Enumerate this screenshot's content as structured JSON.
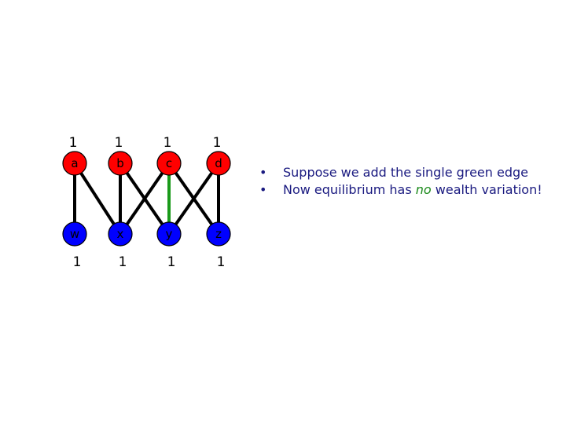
{
  "diagram": {
    "top_nodes": [
      {
        "id": "a",
        "label": "a",
        "weight": "1",
        "color": "#ff0000"
      },
      {
        "id": "b",
        "label": "b",
        "weight": "1",
        "color": "#ff0000"
      },
      {
        "id": "c",
        "label": "c",
        "weight": "1",
        "color": "#ff0000"
      },
      {
        "id": "d",
        "label": "d",
        "weight": "1",
        "color": "#ff0000"
      }
    ],
    "bottom_nodes": [
      {
        "id": "w",
        "label": "w",
        "weight": "1",
        "color": "#0000ff"
      },
      {
        "id": "x",
        "label": "x",
        "weight": "1",
        "color": "#0000ff"
      },
      {
        "id": "y",
        "label": "y",
        "weight": "1",
        "color": "#0000ff"
      },
      {
        "id": "z",
        "label": "z",
        "weight": "1",
        "color": "#0000ff"
      }
    ],
    "edges": [
      {
        "from": "a",
        "to": "w",
        "color": "#000000"
      },
      {
        "from": "a",
        "to": "x",
        "color": "#000000"
      },
      {
        "from": "b",
        "to": "x",
        "color": "#000000"
      },
      {
        "from": "b",
        "to": "y",
        "color": "#000000"
      },
      {
        "from": "c",
        "to": "x",
        "color": "#000000"
      },
      {
        "from": "c",
        "to": "z",
        "color": "#000000"
      },
      {
        "from": "d",
        "to": "y",
        "color": "#000000"
      },
      {
        "from": "d",
        "to": "z",
        "color": "#000000"
      },
      {
        "from": "c",
        "to": "y",
        "color": "#1a9a1a"
      }
    ]
  },
  "bullets": {
    "items": [
      {
        "text": "Suppose we add the single green edge"
      },
      {
        "before": "Now equilibrium has ",
        "accent": "no",
        "after": " wealth variation!"
      }
    ],
    "text_color": "#1a1a80",
    "accent_color": "#1a8a1a"
  }
}
